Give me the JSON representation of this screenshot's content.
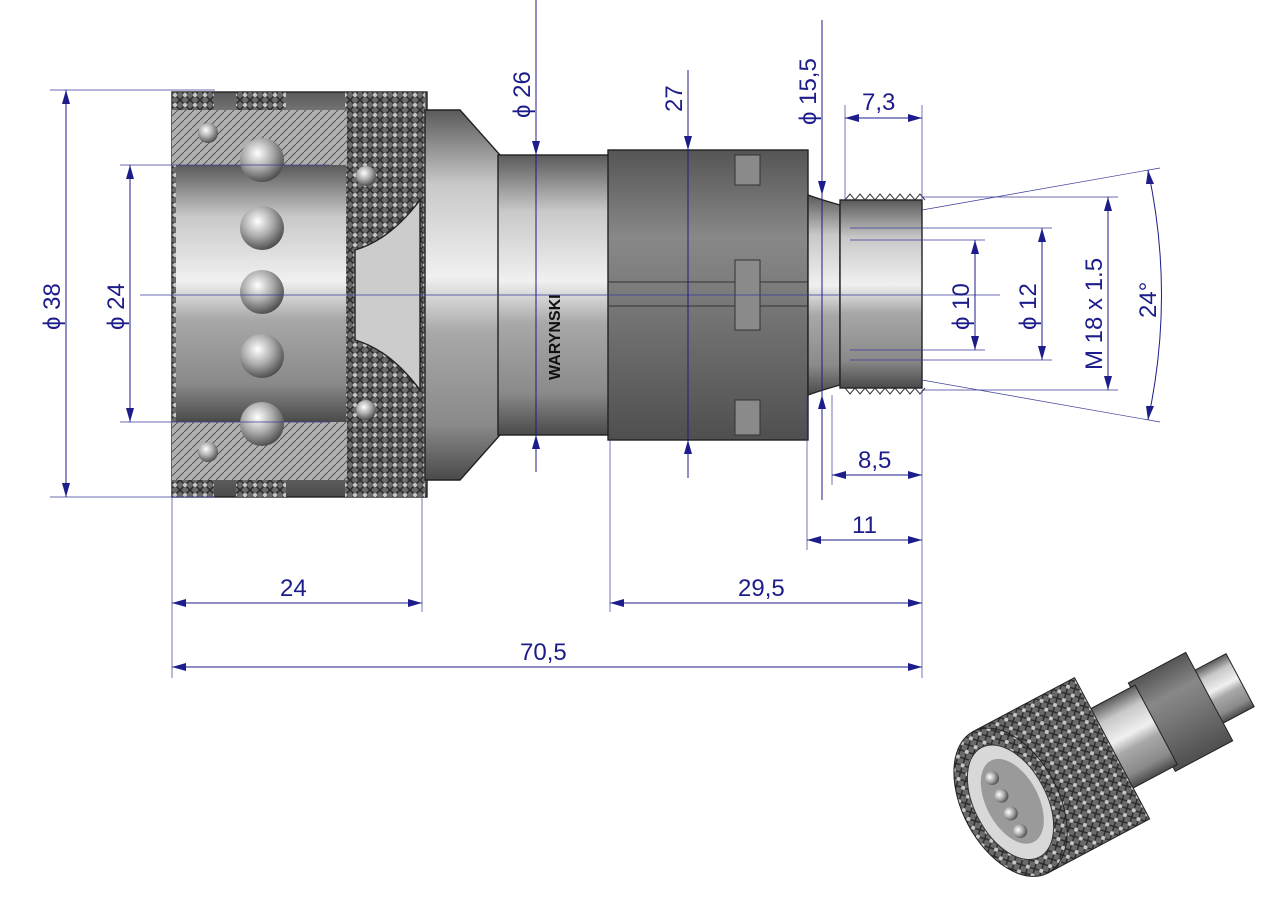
{
  "drawing": {
    "logo_text": "WARYNSKI",
    "colors": {
      "dimension": "#1c1c8a",
      "metal": "#9a9a9a",
      "hex": "#6e6e6e"
    },
    "dimensions": {
      "d38": "ϕ 38",
      "d24": "ϕ 24",
      "d26": "ϕ 26",
      "hex27": "27",
      "d15_5": "ϕ 15,5",
      "l7_3": "7,3",
      "d10": "ϕ 10",
      "d12": "ϕ 12",
      "thread": "M 18  x 1.5",
      "angle": "24°",
      "l8_5": "8,5",
      "l11": "11",
      "l24": "24",
      "l29_5": "29,5",
      "l70_5": "70,5"
    }
  }
}
